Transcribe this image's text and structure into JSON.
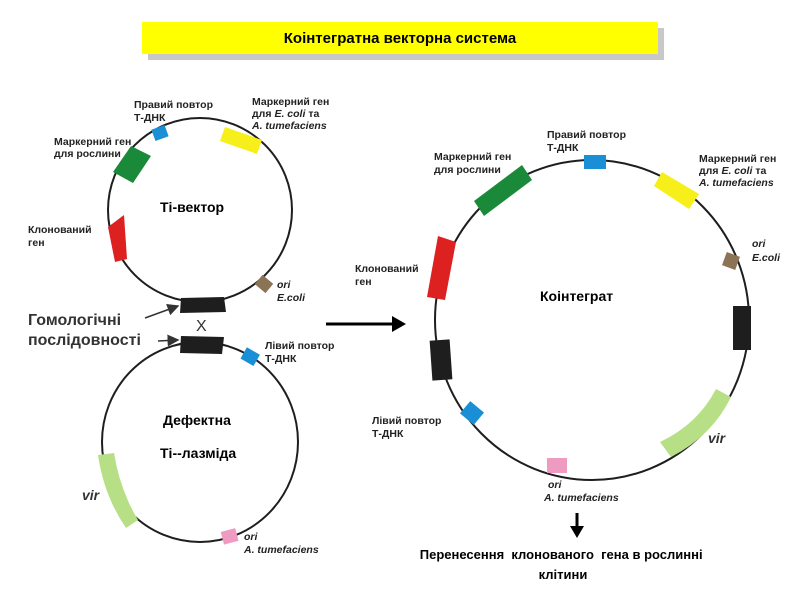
{
  "title": "Коінтегратна векторна система",
  "colors": {
    "green": "#1a8a3a",
    "red": "#dd2020",
    "blue": "#1a8fd6",
    "yellow": "#f7ef1a",
    "brown": "#8b7355",
    "black": "#1e1e1e",
    "light_green": "#b7df86",
    "pink": "#ef9ac0"
  },
  "ti_vector": {
    "name": "Ті-вектор",
    "right_repeat": [
      "Правий повтор",
      "Т-ДНК"
    ],
    "marker_ecoli": [
      "Маркерний ген",
      "для",
      "E. coli",
      "та",
      "A. tumefaciens"
    ],
    "marker_plant": [
      "Маркерний ген",
      "для рослини"
    ],
    "cloned_gene": [
      "Клонований",
      "ген"
    ],
    "ori": [
      "ori",
      "E.coli"
    ]
  },
  "homologous": [
    "Гомологічні",
    "послідовності"
  ],
  "crossover_mark": "X",
  "defective": {
    "name_line1": "Дефектна",
    "name_line2": "Ті--лазміда",
    "left_repeat": [
      "Лівий повтор",
      "Т-ДНК"
    ],
    "vir": "vir",
    "ori": [
      "ori",
      "A. tumefaciens"
    ]
  },
  "cointegrate": {
    "name": "Коінтеграт",
    "right_repeat": [
      "Правий повтор",
      "Т-ДНК"
    ],
    "marker_plant": [
      "Маркерний ген",
      "для рослини"
    ],
    "marker_ecoli": [
      "Маркерний ген",
      "для",
      "E. coli",
      "та",
      "A. tumefaciens"
    ],
    "ori_ecoli": [
      "ori",
      "E.coli"
    ],
    "cloned_gene": [
      "Клонований",
      "ген"
    ],
    "left_repeat": [
      "Лівий повтор",
      "Т-ДНК"
    ],
    "vir": "vir",
    "ori_agro": [
      "ori",
      "A. tumefaciens"
    ]
  },
  "transfer": [
    "Перенесення  клонованого  гена в рослинні",
    "клітини"
  ]
}
